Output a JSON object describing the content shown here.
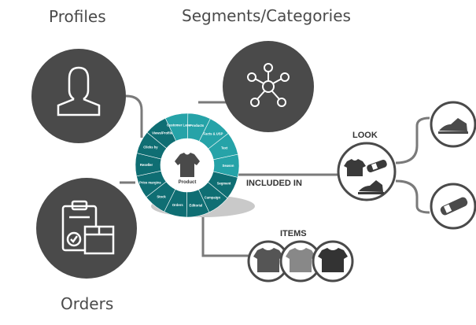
{
  "titles": {
    "profiles": "Profiles",
    "segments": "Segments/Categories",
    "orders": "Orders"
  },
  "hub": {
    "center_label": "Product",
    "ring_labels": [
      "Customer Lane",
      "Products",
      "Facts & USP",
      "Text",
      "Season",
      "Segment",
      "Campaign",
      "Editorial",
      "Orders",
      "Stock",
      "Price margins",
      "Reseller",
      "Clicks by",
      "Views/Profile"
    ],
    "ring_colors": {
      "teal_light": "#26a3a8",
      "teal_dark": "#0f6e73",
      "divider": "#ffffff"
    }
  },
  "labels": {
    "included_in": "INCLUDED IN",
    "look": "LOOK",
    "items": "ITEMS"
  },
  "icons": [
    "person-icon",
    "network-icon",
    "clipboard-package-icon",
    "shirt-icon",
    "belt-icon",
    "sneaker-icon"
  ],
  "colors": {
    "node_fill": "#4a4a4a",
    "line": "#7a7a7a",
    "text": "#333333"
  }
}
